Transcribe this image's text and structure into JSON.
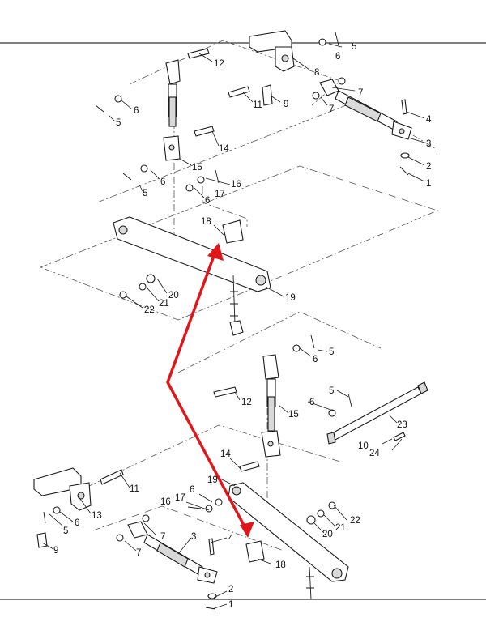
{
  "colors": {
    "arrow": "#e0161b",
    "lines": "#1a1a1a",
    "background": "#ffffff"
  },
  "callouts": [
    {
      "id": "c5a",
      "text": "5"
    },
    {
      "id": "c6a",
      "text": "6"
    },
    {
      "id": "c8",
      "text": "8"
    },
    {
      "id": "c12a",
      "text": "12"
    },
    {
      "id": "c11a",
      "text": "11"
    },
    {
      "id": "c9a",
      "text": "9"
    },
    {
      "id": "c7a",
      "text": "7"
    },
    {
      "id": "c7b",
      "text": "7"
    },
    {
      "id": "c4a",
      "text": "4"
    },
    {
      "id": "c3a",
      "text": "3"
    },
    {
      "id": "c2a",
      "text": "2"
    },
    {
      "id": "c1a",
      "text": "1"
    },
    {
      "id": "c6b",
      "text": "6"
    },
    {
      "id": "c5b",
      "text": "5"
    },
    {
      "id": "c14a",
      "text": "14"
    },
    {
      "id": "c15a",
      "text": "15"
    },
    {
      "id": "c6c",
      "text": "6"
    },
    {
      "id": "c16a",
      "text": "16"
    },
    {
      "id": "c17a",
      "text": "17"
    },
    {
      "id": "c5c",
      "text": "5"
    },
    {
      "id": "c6d",
      "text": "6"
    },
    {
      "id": "c18a",
      "text": "18"
    },
    {
      "id": "c20a",
      "text": "20"
    },
    {
      "id": "c21a",
      "text": "21"
    },
    {
      "id": "c22a",
      "text": "22"
    },
    {
      "id": "c19a",
      "text": "19"
    },
    {
      "id": "c5d",
      "text": "5"
    },
    {
      "id": "c6e",
      "text": "6"
    },
    {
      "id": "c12b",
      "text": "12"
    },
    {
      "id": "c15b",
      "text": "15"
    },
    {
      "id": "c6f",
      "text": "6"
    },
    {
      "id": "c5e",
      "text": "5"
    },
    {
      "id": "c23",
      "text": "23"
    },
    {
      "id": "c10",
      "text": "10"
    },
    {
      "id": "c24",
      "text": "24"
    },
    {
      "id": "c14b",
      "text": "14"
    },
    {
      "id": "c19b",
      "text": "19"
    },
    {
      "id": "c11b",
      "text": "11"
    },
    {
      "id": "c6g",
      "text": "6"
    },
    {
      "id": "c17b",
      "text": "17"
    },
    {
      "id": "c16b",
      "text": "16"
    },
    {
      "id": "c13",
      "text": "13"
    },
    {
      "id": "c5f",
      "text": "5"
    },
    {
      "id": "c6h",
      "text": "6"
    },
    {
      "id": "c22b",
      "text": "22"
    },
    {
      "id": "c21b",
      "text": "21"
    },
    {
      "id": "c20b",
      "text": "20"
    },
    {
      "id": "c9b",
      "text": "9"
    },
    {
      "id": "c7c",
      "text": "7"
    },
    {
      "id": "c3b",
      "text": "3"
    },
    {
      "id": "c4b",
      "text": "4"
    },
    {
      "id": "c7d",
      "text": "7"
    },
    {
      "id": "c18b",
      "text": "18"
    },
    {
      "id": "c2b",
      "text": "2"
    },
    {
      "id": "c1b",
      "text": "1"
    }
  ]
}
